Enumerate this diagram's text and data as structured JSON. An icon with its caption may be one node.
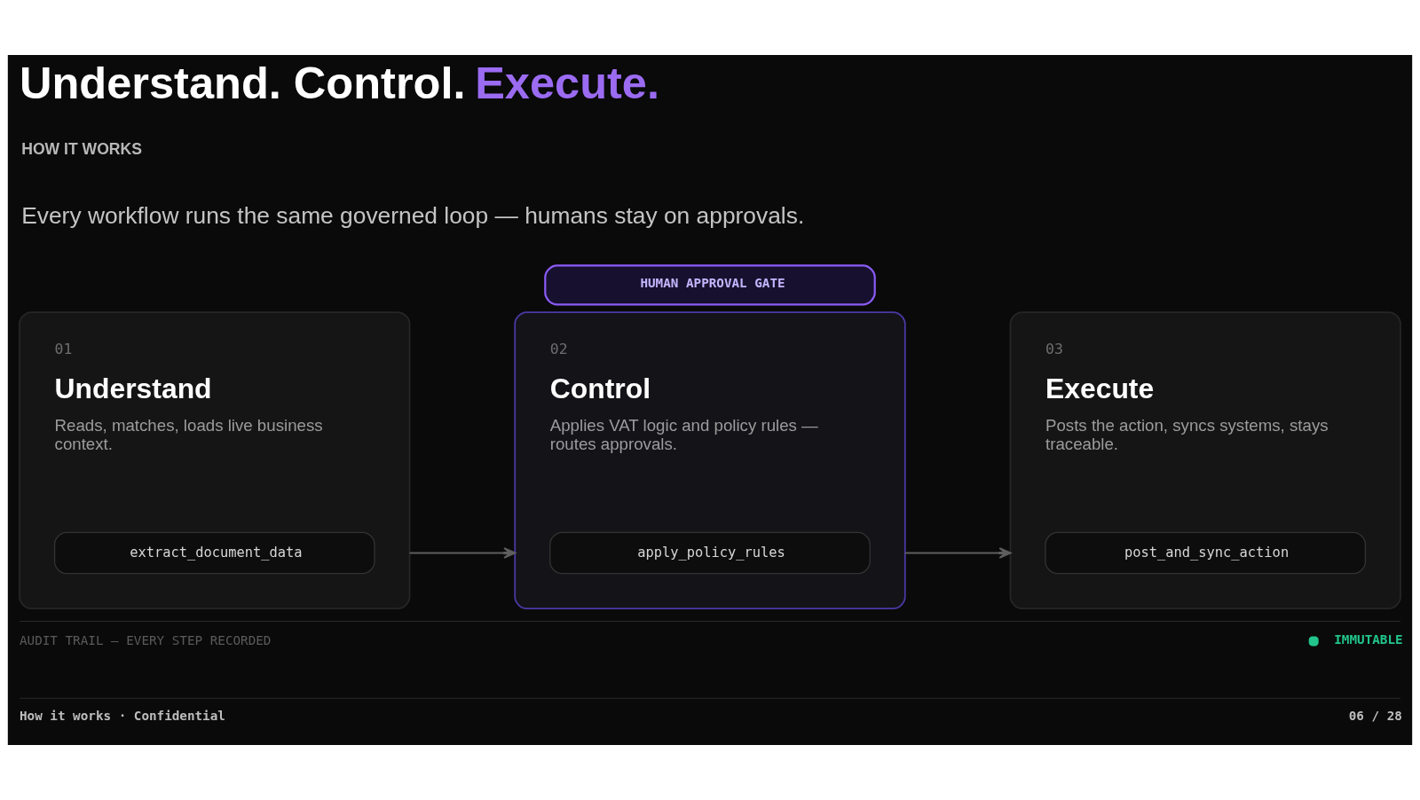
{
  "diagram": {
    "title": "Understand. Control. Execute.",
    "nodes": [
      {
        "text": [
          "01",
          "Understand",
          "Reads, matches, loads live business context."
        ]
      },
      {
        "text": [
          "extract_document_data"
        ],
        "in": 0
      },
      {
        "text": [
          "HUMAN APPROVAL GATE"
        ]
      },
      {
        "text": [
          "02",
          "Control",
          "Applies VAT logic and policy rules — routes approvals."
        ]
      },
      {
        "text": [
          "apply_policy_rules"
        ],
        "in": 3
      },
      {
        "text": [
          "03",
          "Execute",
          "Posts the action, syncs systems, stays traceable."
        ]
      },
      {
        "text": [
          "post_and_sync_action"
        ],
        "in": 5
      }
    ],
    "edges": [
      {
        "from": 0,
        "to": 3,
        "arrow": "to"
      },
      {
        "from": 3,
        "to": 5,
        "arrow": "to"
      }
    ],
    "labels": [
      "HOW IT WORKS",
      "Every workflow runs the same governed loop — humans stay on approvals.",
      "AUDIT TRAIL — EVERY STEP RECORDED",
      "How it works · Confidential",
      "06 / 28"
    ],
    "legend": [
      {
        "text": "IMMUTABLE",
        "color": "#22c58b"
      }
    ]
  }
}
